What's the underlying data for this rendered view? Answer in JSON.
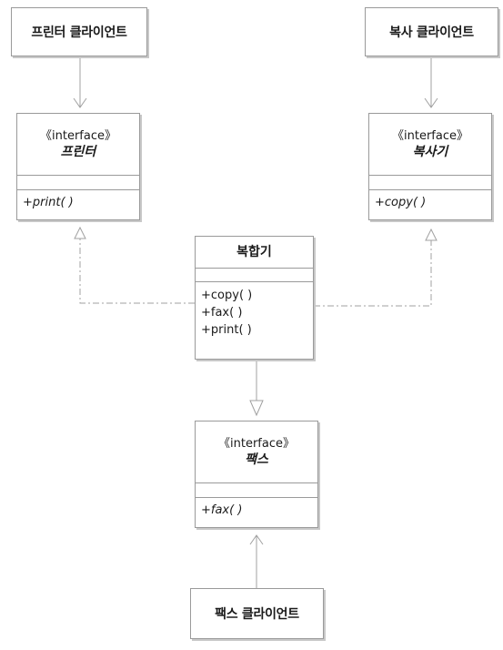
{
  "clients": {
    "printer_client": "프린터 클라이언트",
    "copier_client": "복사 클라이언트",
    "fax_client": "팩스 클라이언트"
  },
  "interfaces": {
    "printer": {
      "stereotype": "《interface》",
      "name": "프린터",
      "operations": [
        "+print( )"
      ]
    },
    "copier": {
      "stereotype": "《interface》",
      "name": "복사기",
      "operations": [
        "+copy( )"
      ]
    },
    "fax": {
      "stereotype": "《interface》",
      "name": "팩스",
      "operations": [
        "+fax( )"
      ]
    }
  },
  "composite": {
    "name": "복합기",
    "operations": [
      "+copy( )",
      "+fax( )",
      "+print( )"
    ]
  },
  "colors": {
    "line": "#a0a0a0",
    "border": "#9a9a9a"
  }
}
